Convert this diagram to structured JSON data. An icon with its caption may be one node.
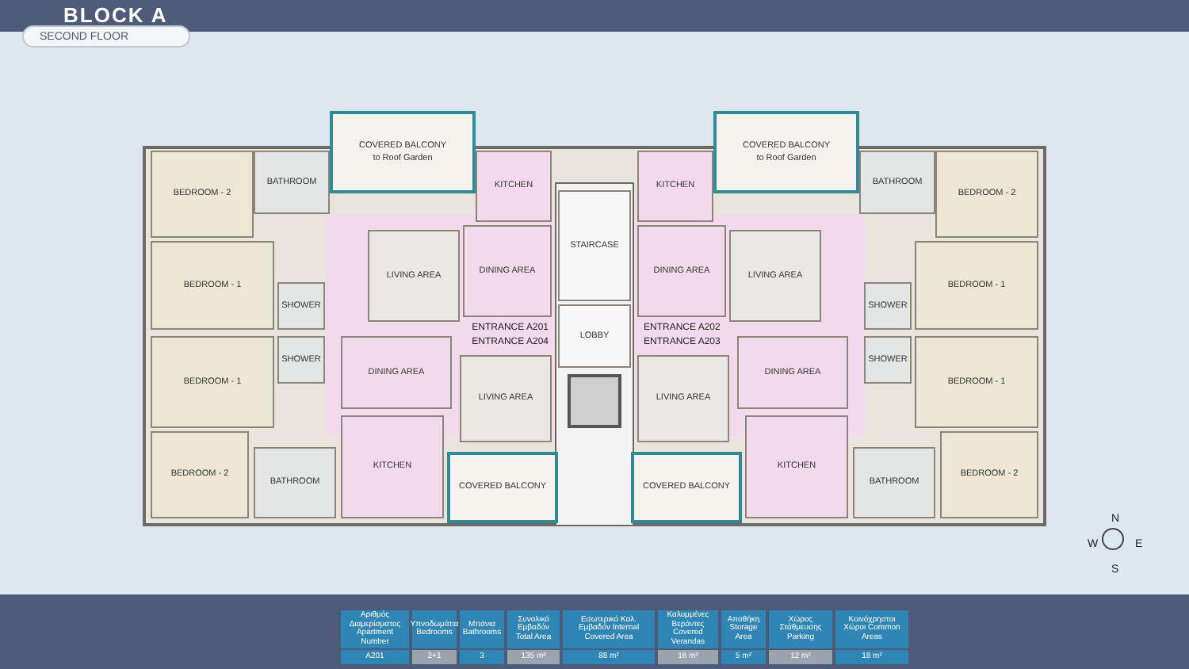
{
  "diagram": {
    "title": "BLOCK A",
    "nodes": [
      {
        "text": [
          "COVERED BALCONY",
          "to Roof Garden"
        ]
      },
      {
        "text": [
          "KITCHEN"
        ]
      },
      {
        "text": [
          "BATHROOM"
        ]
      },
      {
        "text": [
          "BEDROOM - 2"
        ]
      },
      {
        "text": [
          "BEDROOM - 1"
        ]
      },
      {
        "text": [
          "SHOWER"
        ]
      },
      {
        "text": [
          "LIVING AREA"
        ]
      },
      {
        "text": [
          "DINING AREA"
        ]
      },
      {
        "text": [
          "COVERED BALCONY",
          "to Roof Garden"
        ]
      },
      {
        "text": [
          "KITCHEN"
        ]
      },
      {
        "text": [
          "BATHROOM"
        ]
      },
      {
        "text": [
          "BEDROOM - 2"
        ]
      },
      {
        "text": [
          "BEDROOM - 1"
        ]
      },
      {
        "text": [
          "SHOWER"
        ]
      },
      {
        "text": [
          "LIVING AREA"
        ]
      },
      {
        "text": [
          "DINING AREA"
        ]
      },
      {
        "text": [
          "STAIRCASE"
        ]
      },
      {
        "text": [
          "LOBBY"
        ]
      },
      {
        "text": [
          "COVERED BALCONY"
        ]
      },
      {
        "text": [
          "KITCHEN"
        ]
      },
      {
        "text": [
          "BATHROOM"
        ]
      },
      {
        "text": [
          "BEDROOM - 2"
        ]
      },
      {
        "text": [
          "BEDROOM - 1"
        ]
      },
      {
        "text": [
          "SHOWER"
        ]
      },
      {
        "text": [
          "LIVING AREA"
        ]
      },
      {
        "text": [
          "DINING AREA"
        ]
      },
      {
        "text": [
          "COVERED BALCONY"
        ]
      },
      {
        "text": [
          "KITCHEN"
        ]
      },
      {
        "text": [
          "BATHROOM"
        ]
      },
      {
        "text": [
          "BEDROOM - 2"
        ]
      },
      {
        "text": [
          "BEDROOM - 1"
        ]
      },
      {
        "text": [
          "SHOWER"
        ]
      },
      {
        "text": [
          "LIVING AREA"
        ]
      },
      {
        "text": [
          "DINING AREA"
        ]
      }
    ],
    "labels": [
      "SECOND FLOOR",
      "ENTRANCE A201",
      "ENTRANCE A202",
      "ENTRANCE A204",
      "ENTRANCE A203",
      "N",
      "E",
      "S",
      "W",
      "Αριθμός Διαμερίσματος Apartment Number",
      "Υπνοδωμάτια Bedrooms",
      "Μπάνια Bathrooms",
      "Συνολικό Εμβαδόν Total Area",
      "Εσωτερικό Καλ. Εμβαδόν Internal Covered Area",
      "Καλυμμένες Βεράντες Covered Verandas",
      "Αποθήκη Storage Area",
      "Χώρος Στάθμευσης Parking",
      "Κοινόχρηστοι Χώροι Common Areas",
      "A201",
      "2+1",
      "3",
      "135 m²",
      "88 m²",
      "16 m²",
      "5 m²",
      "12 m²",
      "18 m²"
    ]
  }
}
